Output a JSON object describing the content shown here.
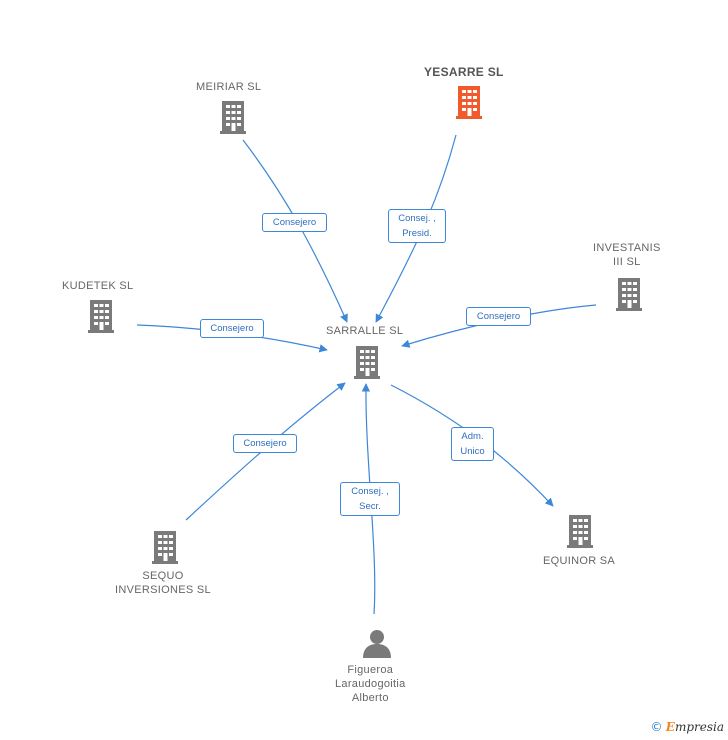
{
  "nodes": {
    "center": {
      "lines": [
        "SARRALLE SL"
      ]
    },
    "meiriar": {
      "lines": [
        "MEIRIAR  SL"
      ]
    },
    "yesarre": {
      "lines": [
        "YESARRE  SL"
      ]
    },
    "investanis": {
      "lines": [
        "INVESTANIS",
        "III  SL"
      ]
    },
    "kudetek": {
      "lines": [
        "KUDETEK  SL"
      ]
    },
    "sequo": {
      "lines": [
        "SEQUO",
        "INVERSIONES SL"
      ]
    },
    "equinor": {
      "lines": [
        "EQUINOR SA"
      ]
    },
    "person": {
      "lines": [
        "Figueroa",
        "Laraudogoitia",
        "Alberto"
      ]
    }
  },
  "edges": {
    "meiriar": {
      "lines": [
        "Consejero"
      ]
    },
    "yesarre": {
      "lines": [
        "Consej. ,",
        "Presid."
      ]
    },
    "investanis": {
      "lines": [
        "Consejero"
      ]
    },
    "kudetek": {
      "lines": [
        "Consejero"
      ]
    },
    "sequo": {
      "lines": [
        "Consejero"
      ]
    },
    "person": {
      "lines": [
        "Consej. ,",
        "Secr."
      ]
    },
    "equinor": {
      "lines": [
        "Adm.",
        "Unico"
      ]
    }
  },
  "colors": {
    "edge": "#3d87d8",
    "building": "#7a7a7a",
    "building_highlight": "#f15a2b",
    "person": "#7a7a7a"
  },
  "footer": {
    "copyright": "©",
    "brand_first": "E",
    "brand_rest": "mpresia"
  }
}
